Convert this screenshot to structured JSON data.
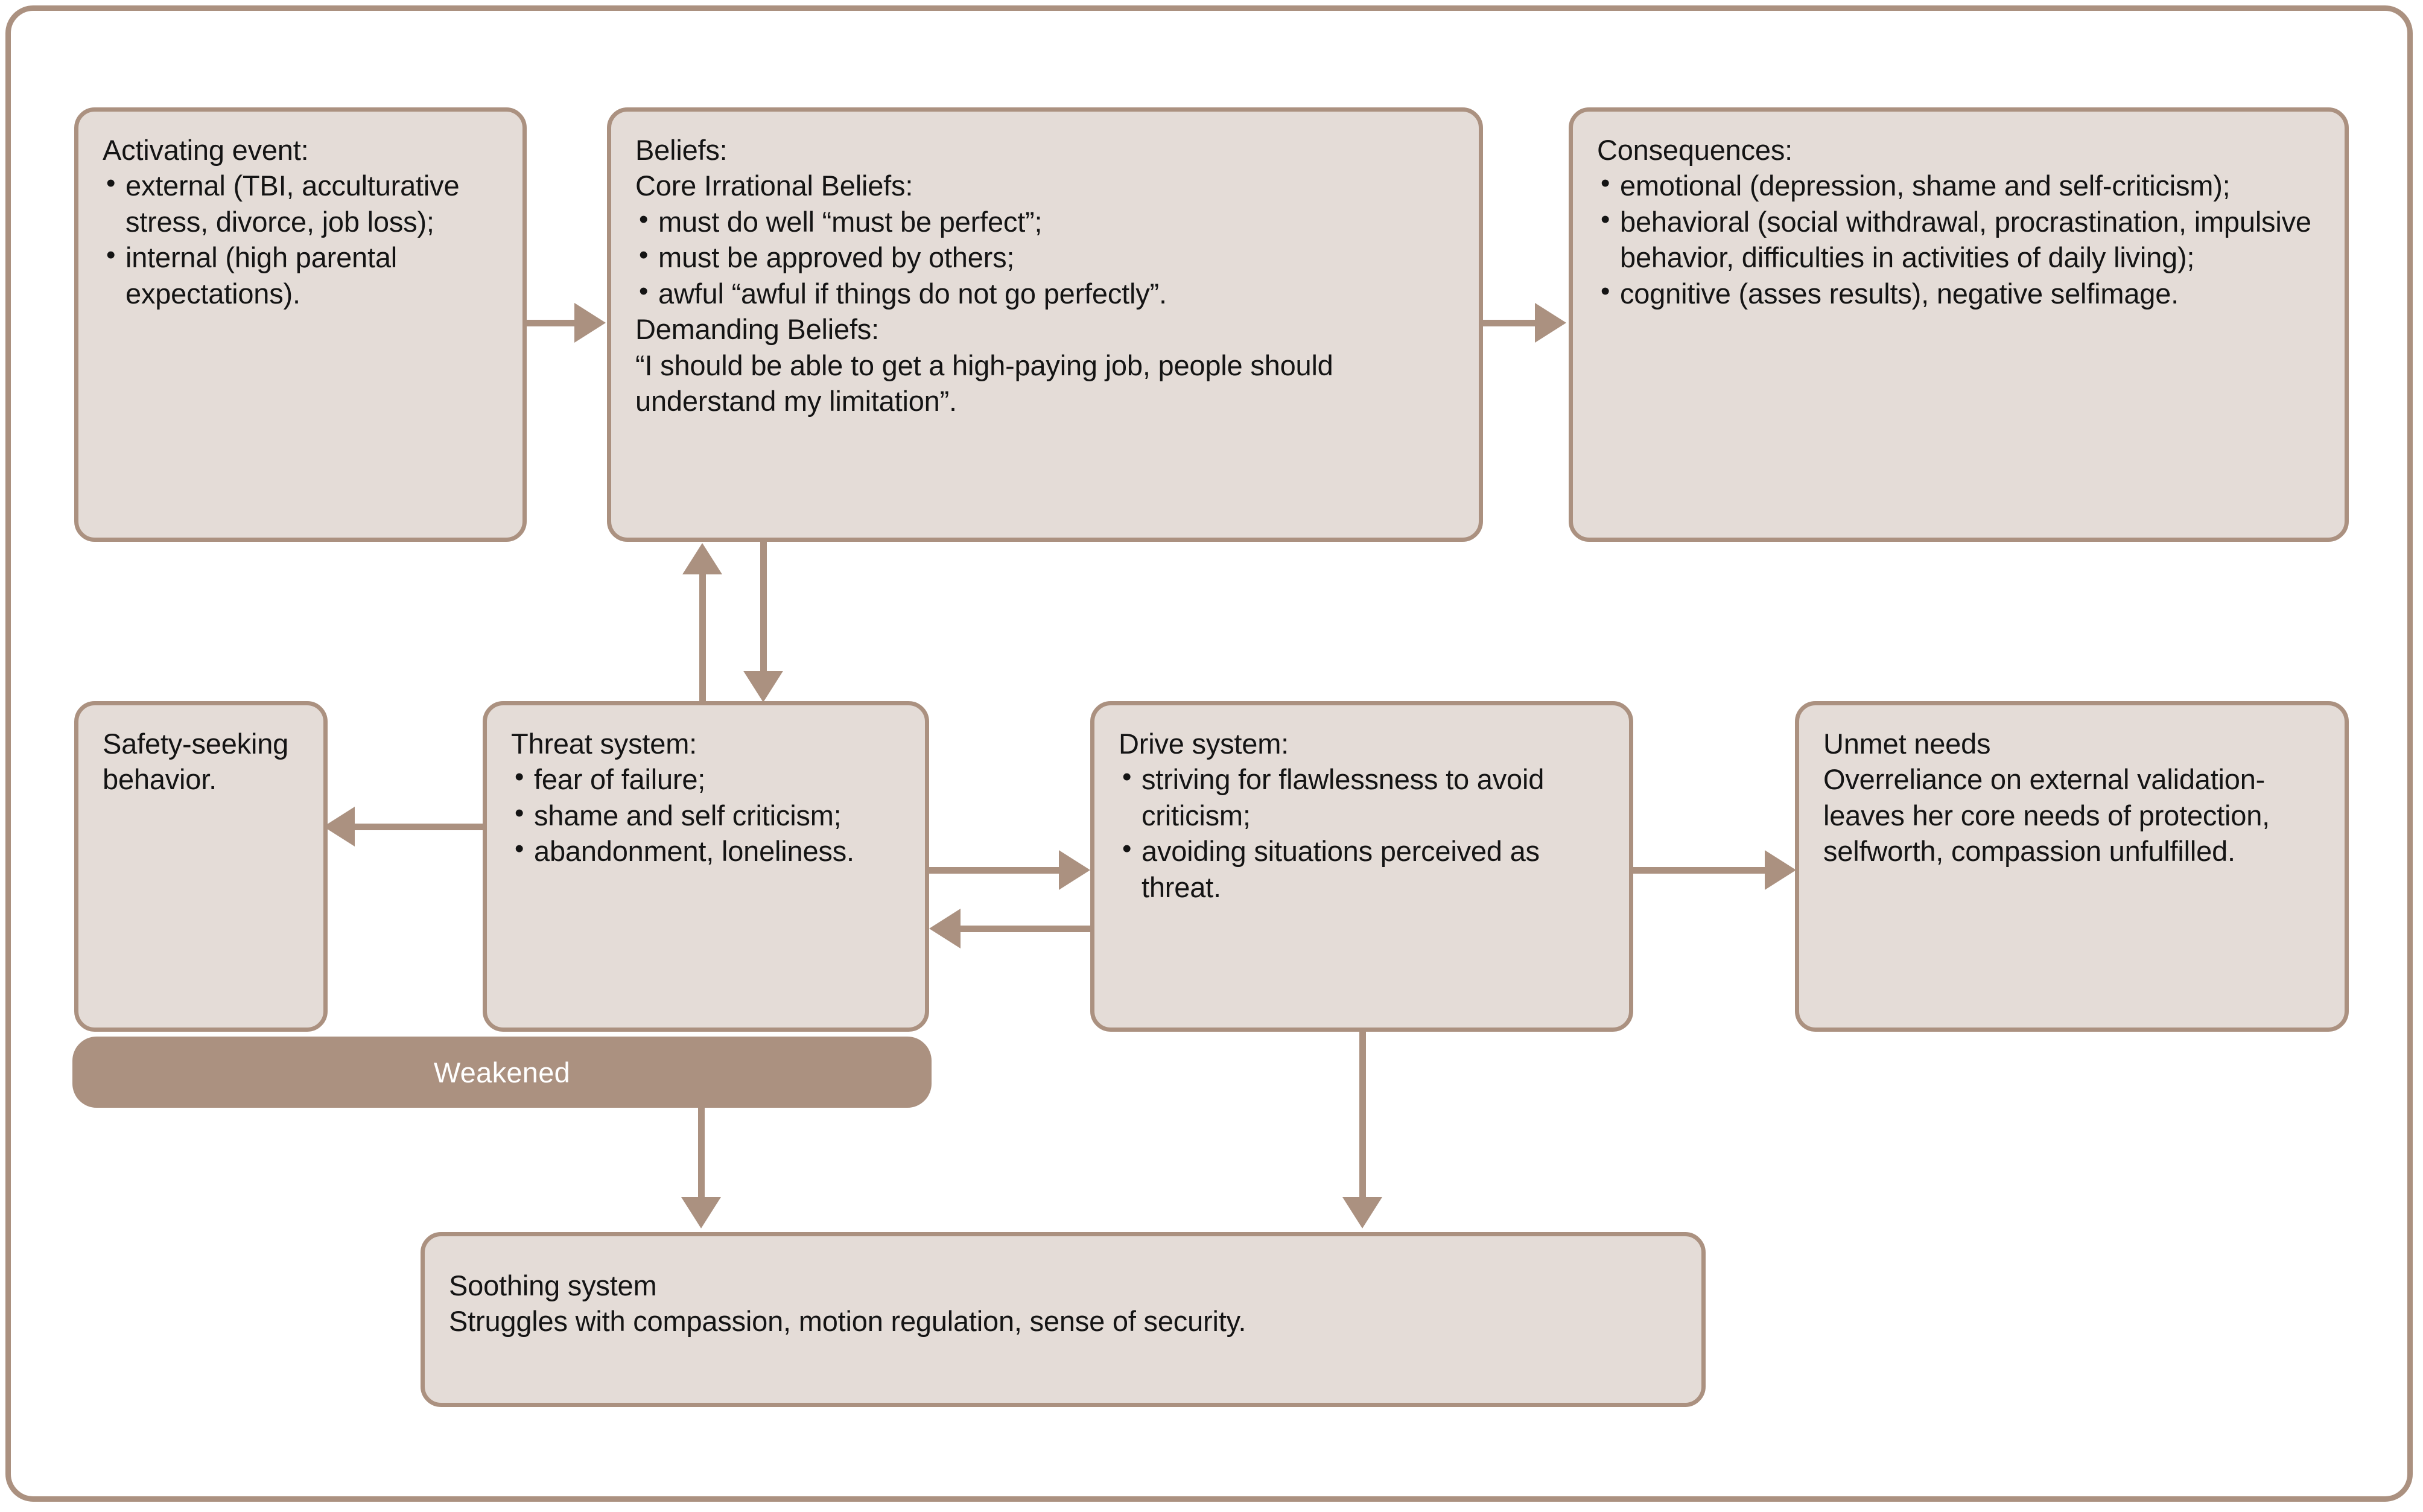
{
  "diagram": {
    "type": "flowchart",
    "accent_color": "#AB9180",
    "node_fill_color": "#E4DCD7",
    "text_color": "#141414",
    "nodes": {
      "activating_event": {
        "heading": "Activating event:",
        "bullets": [
          "external (TBI, acculturative stress, divorce, job loss);",
          "internal (high parental expectations)."
        ]
      },
      "beliefs": {
        "heading": "Beliefs:\nCore Irrational Beliefs:",
        "bullets": [
          "must do well “must be perfect”;",
          "must be approved by others;",
          "awful “awful if things do not go perfectly”."
        ],
        "footer": "Demanding Beliefs:\n“I should be able to get a high-paying job, people should understand my limitation”."
      },
      "consequences": {
        "heading": "Consequences:",
        "bullets": [
          "emotional (depression, shame and self-criticism);",
          "behavioral (social withdrawal, procrastination, impulsive behavior, difficulties in activities of daily living);",
          "cognitive (asses results), negative selfimage."
        ]
      },
      "safety_seeking": {
        "text": "Safety-seeking behavior."
      },
      "threat_system": {
        "heading": "Threat system:",
        "bullets": [
          "fear of failure;",
          "shame and self criticism;",
          "abandonment, loneliness."
        ]
      },
      "drive_system": {
        "heading": "Drive system:",
        "bullets": [
          "striving for flawlessness to avoid criticism;",
          "avoiding situations perceived as threat."
        ]
      },
      "unmet_needs": {
        "text": "Unmet needs\nOverreliance on external validation- leaves her core needs of protection, selfworth, compassion unfulfilled."
      },
      "soothing_system": {
        "text": "Soothing system\nStruggles with compassion, motion regulation, sense of security."
      }
    },
    "overlay_label": {
      "weakened": "Weakened"
    }
  }
}
